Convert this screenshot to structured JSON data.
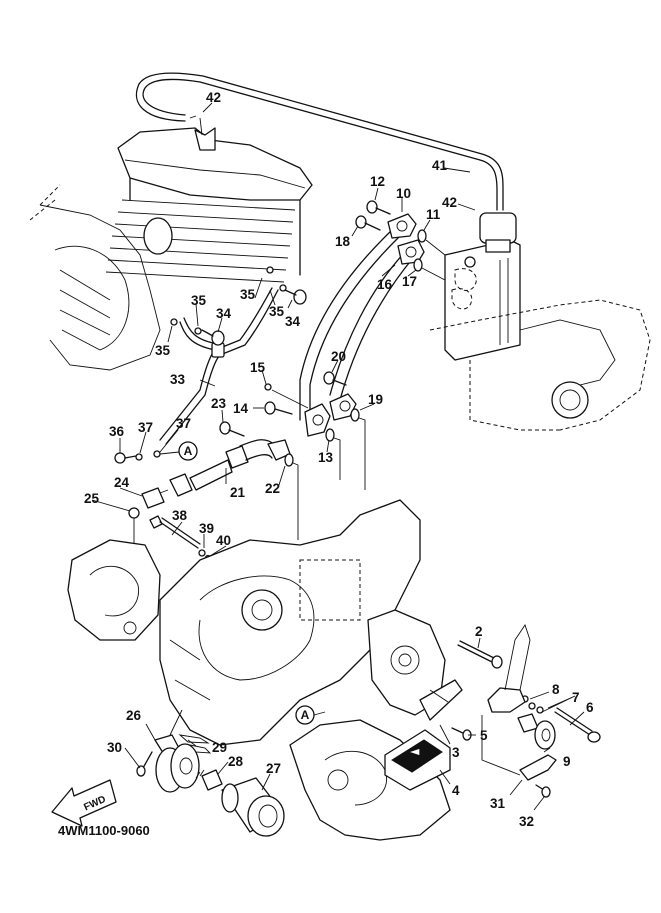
{
  "diagram": {
    "title_code": "4WM1100-9060",
    "direction_arrow_label": "FWD",
    "reference_marker": "A",
    "callouts": {
      "c2": "2",
      "c3": "3",
      "c4": "4",
      "c5": "5",
      "c6": "6",
      "c7": "7",
      "c8": "8",
      "c9": "9",
      "c10": "10",
      "c11": "11",
      "c12": "12",
      "c13": "13",
      "c14": "14",
      "c15": "15",
      "c16": "16",
      "c17": "17",
      "c18": "18",
      "c19": "19",
      "c20": "20",
      "c21": "21",
      "c22": "22",
      "c23": "23",
      "c24": "24",
      "c25": "25",
      "c26": "26",
      "c27": "27",
      "c28": "28",
      "c29": "29",
      "c30": "30",
      "c31": "31",
      "c32": "32",
      "c33": "33",
      "c34a": "34",
      "c34b": "34",
      "c35a": "35",
      "c35b": "35",
      "c35c": "35",
      "c35d": "35",
      "c36": "36",
      "c37a": "37",
      "c37b": "37",
      "c38": "38",
      "c39": "39",
      "c40": "40",
      "c41": "41",
      "c42a": "42",
      "c42b": "42"
    }
  }
}
